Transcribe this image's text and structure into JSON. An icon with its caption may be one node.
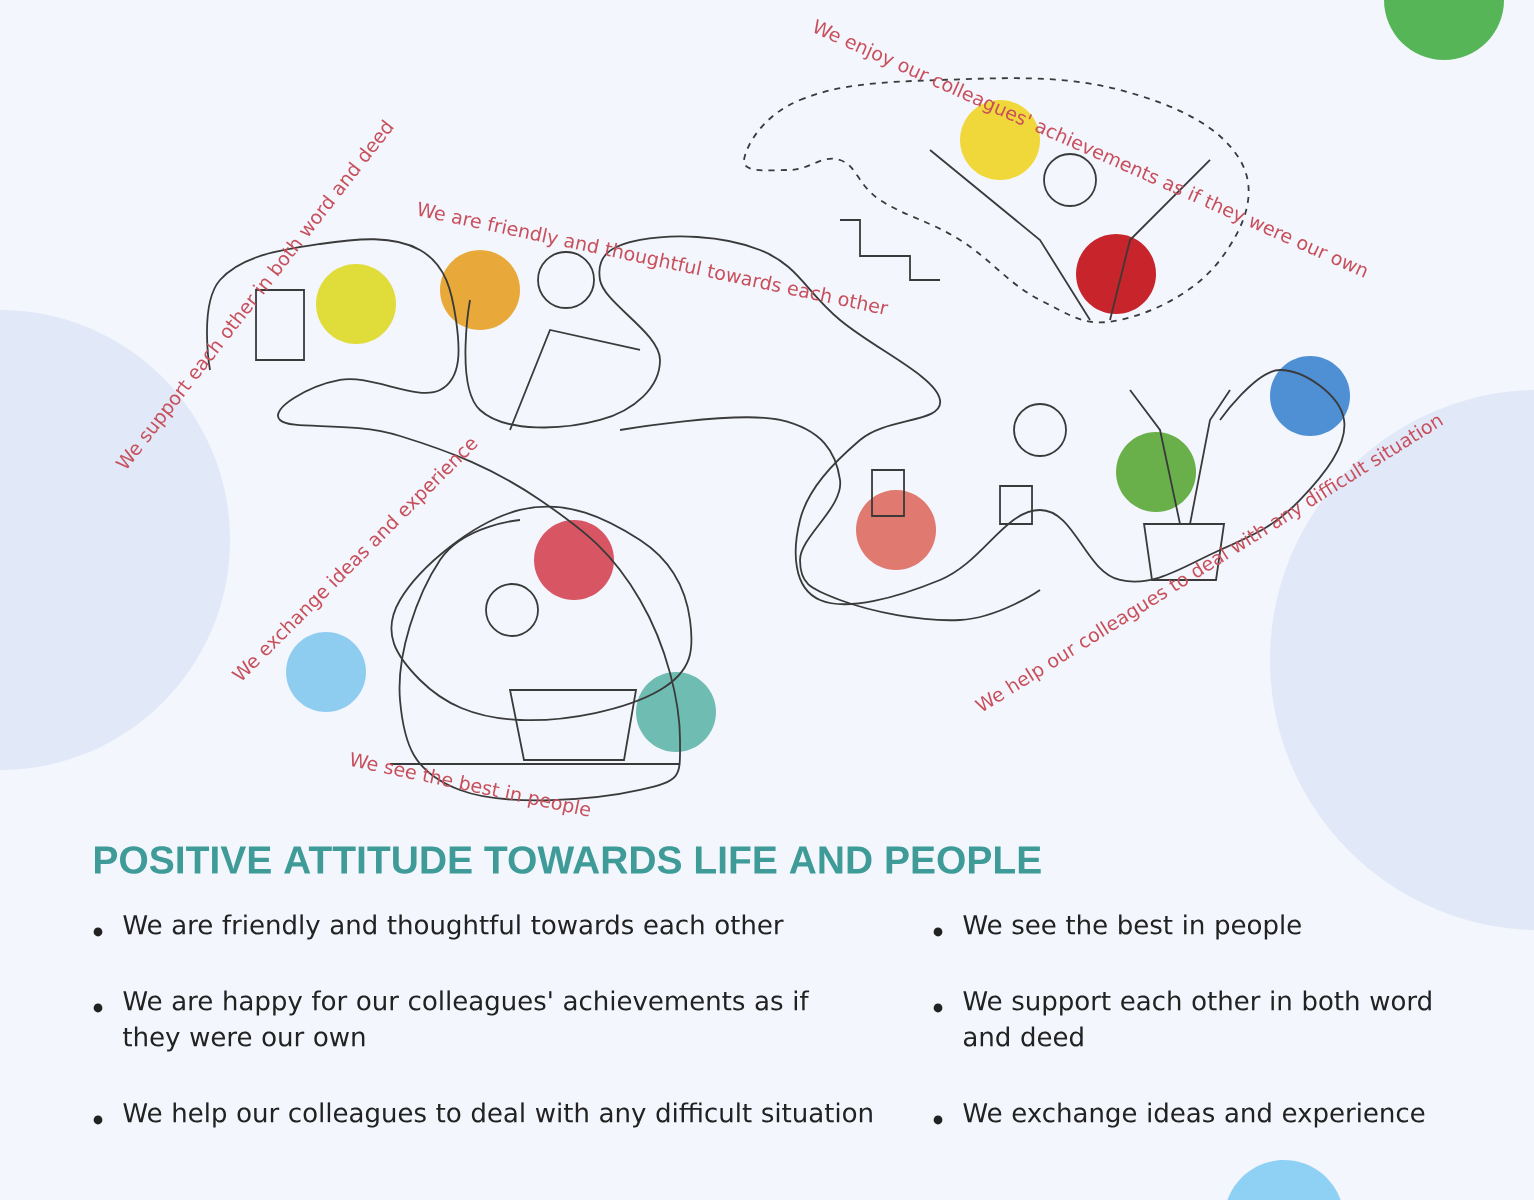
{
  "diagram": {
    "title": "POSITIVE ATTITUDE TOWARDS LIFE AND PEOPLE",
    "labels": [
      "We enjoy our colleagues' achievements as if they were our own",
      "We support each other in both word and deed",
      "We are friendly and thoughtful towards each other",
      "We exchange ideas and experience",
      "We help our colleagues to deal with any difficult situation",
      "We see the best in people",
      "We are friendly and thoughtful towards each other",
      "We see the best in people",
      "We are happy for our colleagues' achievements as if they were our own",
      "We support each other in both word and deed",
      "We help our colleagues to deal with any difficult situation",
      "We exchange ideas and experience"
    ]
  }
}
